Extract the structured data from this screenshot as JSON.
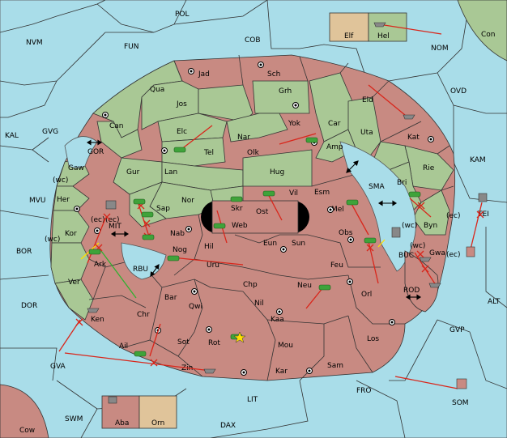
{
  "provinces": {
    "sea": [
      "POL",
      "NVM",
      "FUN",
      "COB",
      "NOM",
      "Con",
      "OVD",
      "KAL",
      "GVG",
      "KAM",
      "MVU",
      "BOR",
      "DOR",
      "ALT",
      "GVP",
      "GVA",
      "FRO",
      "SOM",
      "SWM",
      "LIT",
      "DAX",
      "Cow",
      "SMA",
      "RBU",
      "GOR",
      "MIT",
      "BUC",
      "ROD",
      "TEI"
    ],
    "land": [
      "Elf",
      "Hel",
      "Jad",
      "Sch",
      "Qua",
      "Jos",
      "Grh",
      "Eld",
      "Can",
      "Elc",
      "Nar",
      "Yok",
      "Car",
      "Uta",
      "Kat",
      "Tel",
      "Olk",
      "Amp",
      "Gaw",
      "Gur",
      "Lan",
      "Hug",
      "Bri",
      "Rie",
      "Her",
      "Nor",
      "Esm",
      "Vil",
      "Skr",
      "Ost",
      "Mel",
      "Byn",
      "Sap",
      "Web",
      "Kor",
      "Nab",
      "Eun",
      "Sun",
      "Obs",
      "Gwa",
      "Hil",
      "Nog",
      "Uru",
      "Feu",
      "Ark",
      "Ver",
      "Chp",
      "Neu",
      "Orl",
      "Bar",
      "Qwi",
      "Nil",
      "Chr",
      "Ken",
      "Kaa",
      "Sot",
      "Rot",
      "Mou",
      "Los",
      "Ail",
      "Zin",
      "Kar",
      "Sam",
      "Aba",
      "Orn"
    ]
  },
  "coast_tags": [
    "(wc)",
    "(ec)",
    "(wc)",
    "(wc)",
    "(ec)",
    "(ec)",
    "(wc)",
    "(ec)"
  ],
  "colors": {
    "sea": "#a9dde9",
    "owned_green": "#a9c895",
    "owned_red": "#c88a82",
    "neutral": "#e0c49a",
    "order_move": "#d9261b",
    "order_support": "#ffe000"
  }
}
